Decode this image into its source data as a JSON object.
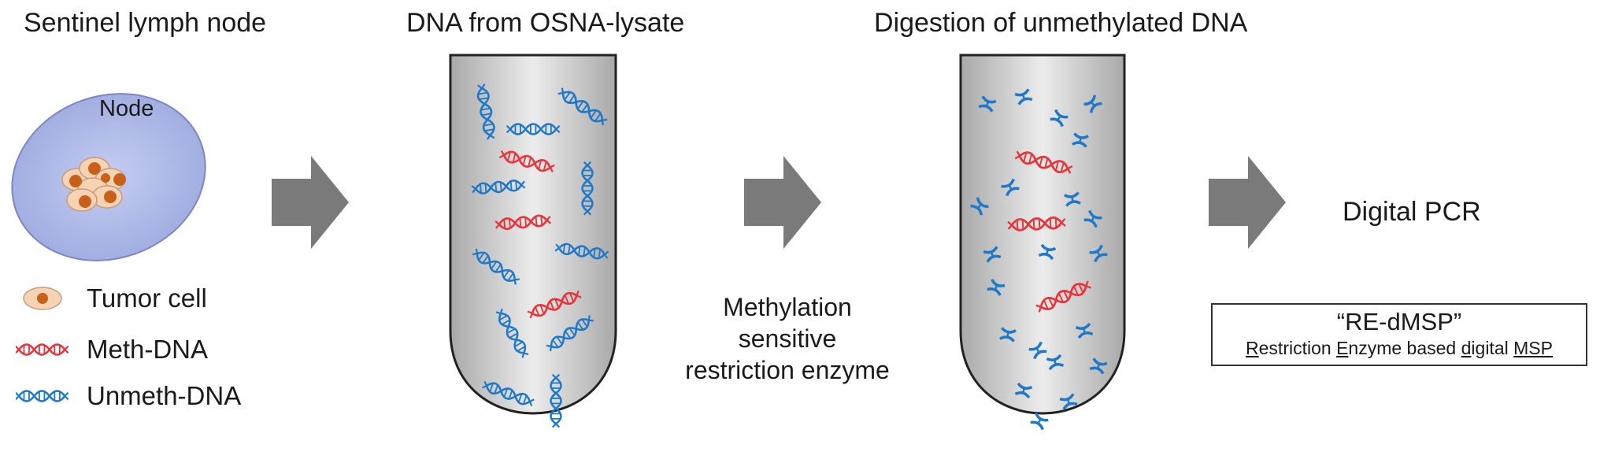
{
  "steps": {
    "step1_title": "Sentinel lymph node",
    "step2_title": "DNA from OSNA-lysate",
    "step3_title": "Digestion of unmethylated DNA",
    "step4_title": "Digital PCR"
  },
  "node_label": "Node",
  "enzyme_label": {
    "line1": "Methylation",
    "line2": "sensitive",
    "line3": "restriction enzyme"
  },
  "legend": {
    "tumor": "Tumor cell",
    "meth": "Meth-DNA",
    "unmeth": "Unmeth-DNA"
  },
  "callout": {
    "title": "“RE-dMSP”",
    "sub": [
      {
        "u": "R",
        "rest": "estriction "
      },
      {
        "u": "E",
        "rest": "nzyme based "
      },
      {
        "u": "d",
        "rest": "igital "
      },
      {
        "u": "MSP",
        "rest": ""
      }
    ]
  },
  "colors": {
    "methylated": "#e8343a",
    "unmethylated": "#1f78c8",
    "node_fill": "#a9b6e6",
    "tube_fill": "#c9c9c9",
    "arrow": "#7a7a7a",
    "tumor_cell": "#f6d3b3",
    "nucleus": "#c8601a"
  }
}
